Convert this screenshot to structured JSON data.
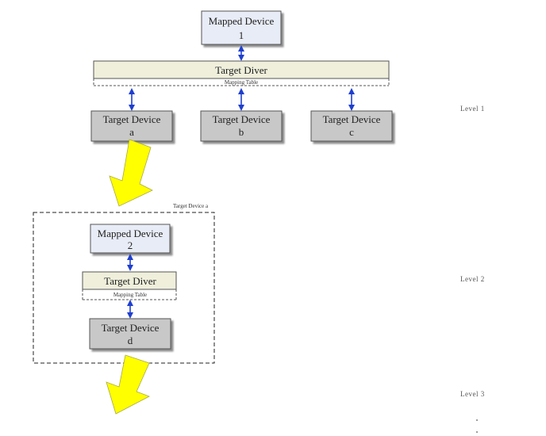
{
  "level1": {
    "mapped_device": {
      "line1": "Mapped Device",
      "line2": "1"
    },
    "target_driver": {
      "label": "Target  Diver",
      "sublabel": "Mapping Table"
    },
    "targets": [
      {
        "line1": "Target Device",
        "line2": "a"
      },
      {
        "line1": "Target Device",
        "line2": "b"
      },
      {
        "line1": "Target Device",
        "line2": "c"
      }
    ],
    "level_label": "Level 1"
  },
  "level2": {
    "group_label": "Target Device a",
    "mapped_device": {
      "line1": "Mapped Device",
      "line2": "2"
    },
    "target_driver": {
      "label": "Target  Diver",
      "sublabel": "Mapping Table"
    },
    "target": {
      "line1": "Target Device",
      "line2": "d"
    },
    "level_label": "Level 2"
  },
  "level3": {
    "level_label": "Level 3"
  },
  "colors": {
    "mapped_fill": "#e8ecf6",
    "driver_fill": "#efefdc",
    "target_fill": "#c8c8c8",
    "arrow_blue": "#1f3fcf",
    "arrow_yellow": "#ffff00"
  }
}
